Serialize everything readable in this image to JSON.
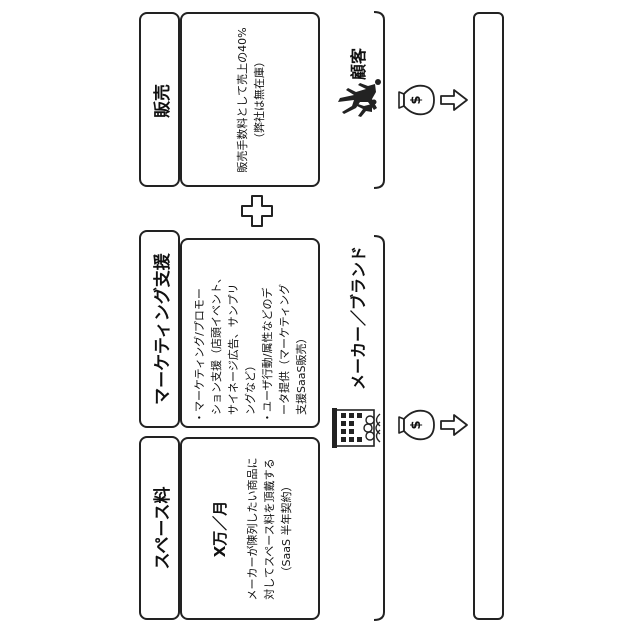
{
  "columns": {
    "space_fee": {
      "title": "スペース料",
      "price": "X万／月",
      "desc_line1": "メーカーが陳列したい商品に",
      "desc_line2": "対してスペース料を頂戴する",
      "desc_line3": "（SaaS 半年契約）"
    },
    "marketing": {
      "title": "マーケティング支援",
      "bullet1_line1": "・マーケティング/プロモー",
      "bullet1_line2": "ション支援（店頭イベント、",
      "bullet1_line3": "サイネージ広告、サンプリ",
      "bullet1_line4": "ングなど）",
      "bullet2_line1": "・ユーザ行動/属性などのデ",
      "bullet2_line2": "ータ提供（マーケティング",
      "bullet2_line3": "支援SaaS販売）"
    },
    "sales": {
      "title": "販売",
      "desc_line1": "販売手数料として売上の40%",
      "desc_line2": "（弊社は無在庫）"
    }
  },
  "labels": {
    "maker_brand": "メーカー／ブランド",
    "customer": "顧客",
    "plus": "＋",
    "dollar": "$"
  },
  "icons": {
    "maker": "office-building-icon",
    "customer": "walking-people-icon",
    "money": "money-bag-icon",
    "arrow": "outline-arrow-icon"
  }
}
